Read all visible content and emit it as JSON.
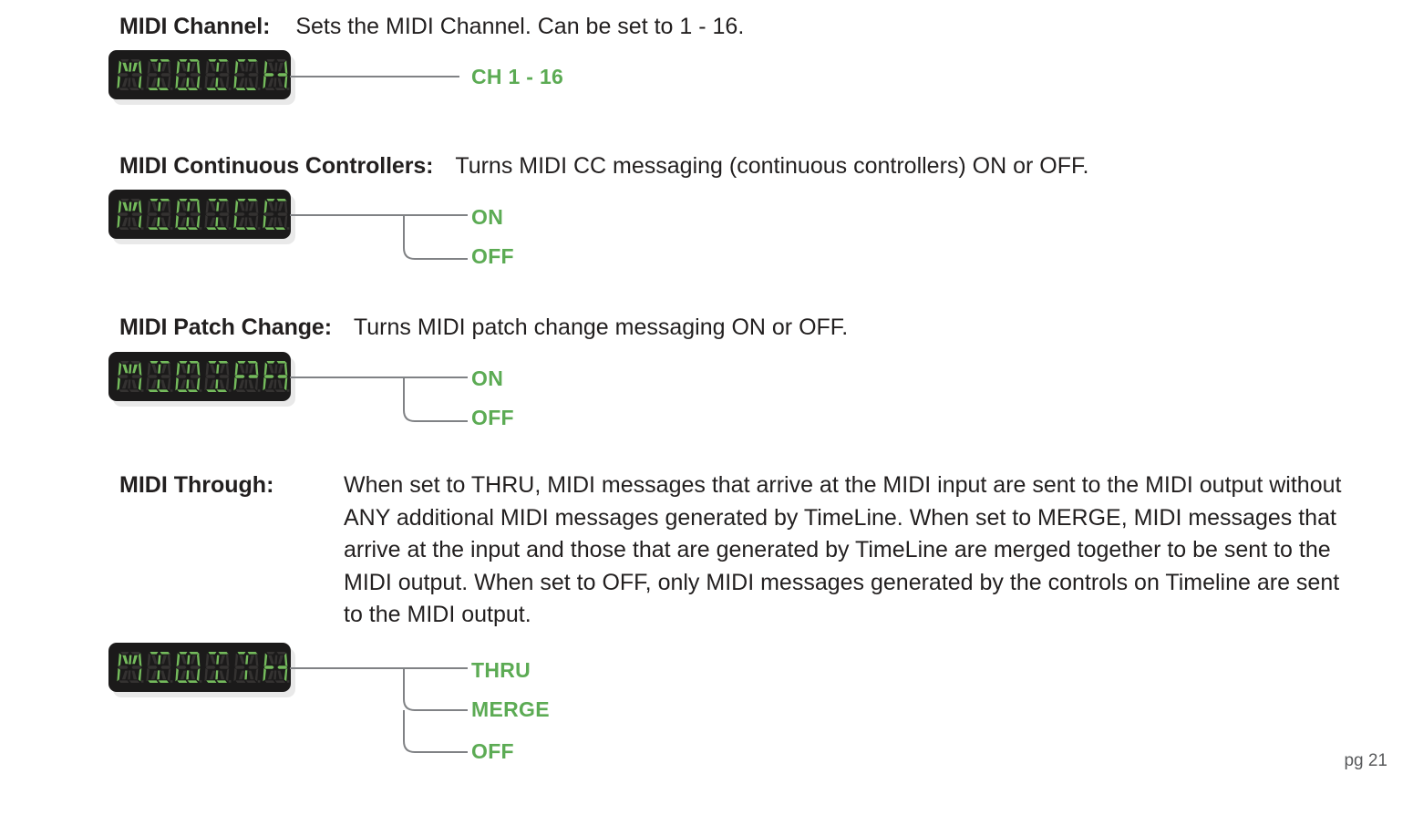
{
  "page": {
    "page_number_label": "pg 21",
    "led_on_color": "#74bb5c",
    "led_off_color": "#343231",
    "led_panel_color": "#1b1a1a",
    "option_text_color": "#5cab54",
    "body_text_color": "#221f1f",
    "connector_color": "#808285"
  },
  "sections": [
    {
      "id": "midi-channel",
      "term": "MIDI Channel:",
      "description": "Sets the MIDI Channel. Can be set to 1 - 16.",
      "display": {
        "text": "MIDICH",
        "chars": 6
      },
      "options": [
        "CH 1 - 16"
      ]
    },
    {
      "id": "midi-continuous-controllers",
      "term": "MIDI Continuous Controllers:",
      "description": "Turns MIDI CC messaging (continuous controllers) ON or OFF.",
      "display": {
        "text": "MIDICC",
        "chars": 6
      },
      "options": [
        "ON",
        "OFF"
      ]
    },
    {
      "id": "midi-patch-change",
      "term": "MIDI Patch Change:",
      "description": "Turns MIDI patch change messaging ON or OFF.",
      "display": {
        "text": "MIDIPA",
        "chars": 6
      },
      "options": [
        "ON",
        "OFF"
      ]
    },
    {
      "id": "midi-through",
      "term": "MIDI Through:",
      "description": "When set to THRU, MIDI messages that arrive at the MIDI input are sent to the MIDI output without ANY additional MIDI messages generated by TimeLine. When set to MERGE, MIDI messages that arrive at the input and those that are generated by TimeLine are merged together to be sent to the MIDI output. When set to OFF, only MIDI messages generated by the controls on Timeline are sent to the MIDI output.",
      "display": {
        "text": "MIDITH",
        "chars": 6
      },
      "options": [
        "THRU",
        "MERGE",
        "OFF"
      ]
    }
  ]
}
